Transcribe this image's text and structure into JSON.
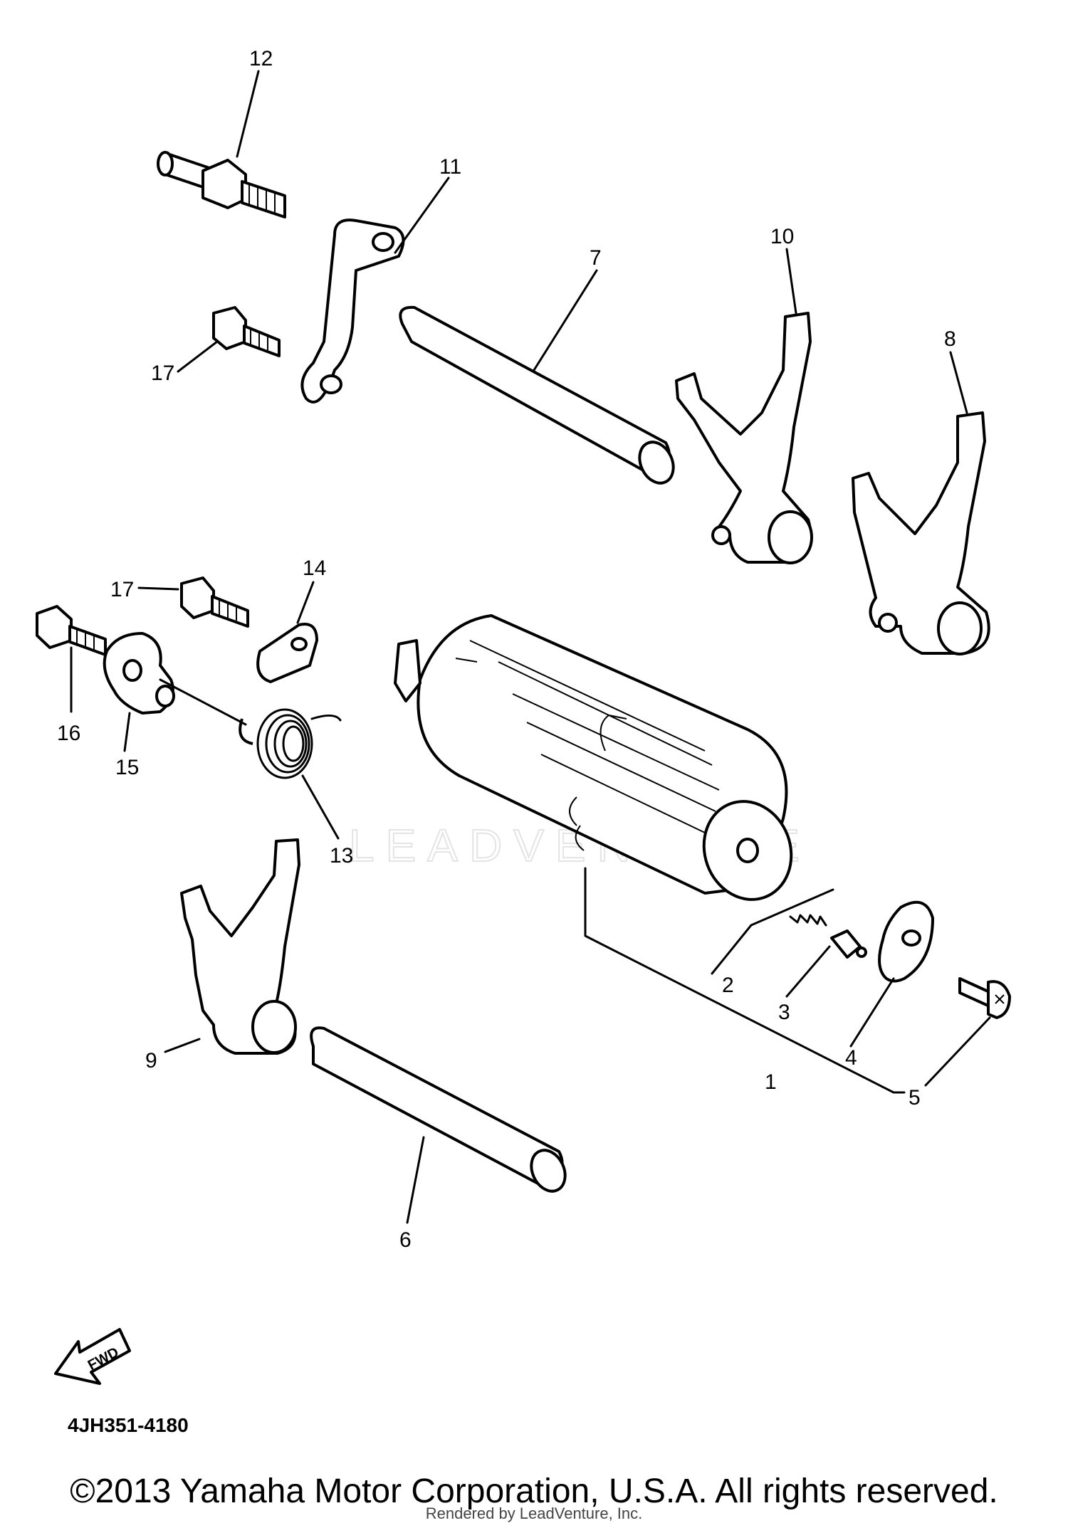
{
  "diagram": {
    "callouts": [
      "1",
      "2",
      "3",
      "4",
      "5",
      "6",
      "7",
      "8",
      "9",
      "10",
      "11",
      "12",
      "13",
      "14",
      "15",
      "16",
      "17",
      "17"
    ],
    "fwd_label": "FWD",
    "diagram_code": "4JH351-4180",
    "watermark": "LEADVENTURE"
  },
  "footer": {
    "copyright": "©2013 Yamaha Motor Corporation, U.S.A. All rights reserved.",
    "rendered_by": "Rendered by LeadVenture, Inc."
  }
}
